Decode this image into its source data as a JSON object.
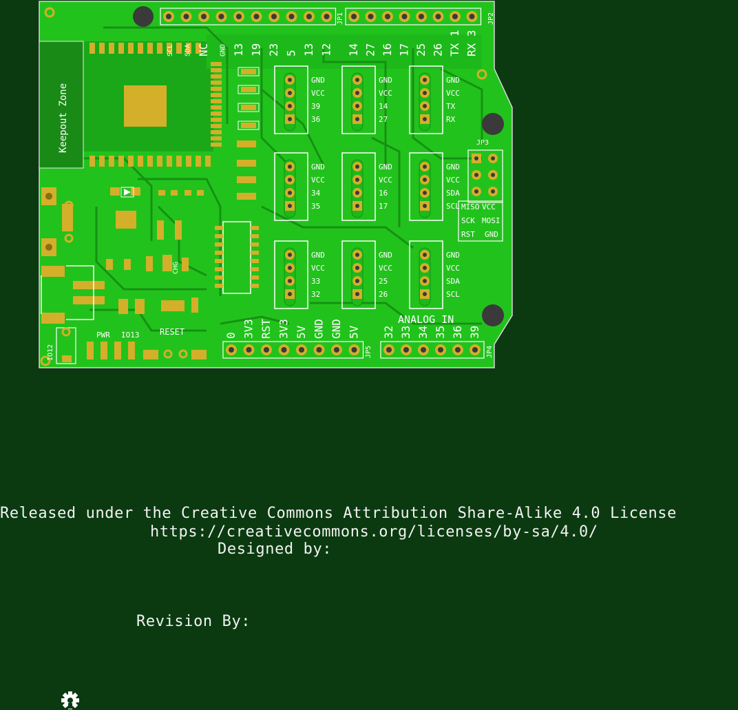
{
  "colors": {
    "background": "#0b3a10",
    "board": "#22c21c",
    "board_dark": "#159113",
    "copper": "#d4af2a",
    "silk": "#ffffff",
    "hole": "#3a3a3a"
  },
  "board": {
    "keepout_label": "Keepout Zone",
    "header_top_left": {
      "name": "JP1",
      "pins": [
        "SCL",
        "SDA",
        "NC",
        "GND",
        "13",
        "19",
        "23",
        "5",
        "13",
        "12"
      ]
    },
    "header_top_right": {
      "name": "JP2",
      "pins": [
        "14",
        "27",
        "16",
        "17",
        "25",
        "26",
        "TX 1",
        "RX 3"
      ]
    },
    "header_bottom_left": {
      "name": "JP5",
      "pins": [
        "0",
        "3V3",
        "RST",
        "3V3",
        "5V",
        "GND",
        "GND",
        "5V"
      ]
    },
    "header_bottom_right": {
      "name": "JP4",
      "title": "ANALOG IN",
      "pins": [
        "32",
        "33",
        "34",
        "35",
        "36",
        "39"
      ]
    },
    "icsp": {
      "name": "JP3",
      "labels": [
        "MISO",
        "VCC",
        "SCK",
        "MOSI",
        "RST",
        "GND"
      ]
    },
    "connectors": [
      {
        "labels": [
          "GND",
          "VCC",
          "39",
          "36"
        ]
      },
      {
        "labels": [
          "GND",
          "VCC",
          "14",
          "27"
        ]
      },
      {
        "labels": [
          "GND",
          "VCC",
          "TX",
          "RX"
        ]
      },
      {
        "labels": [
          "GND",
          "VCC",
          "34",
          "35"
        ]
      },
      {
        "labels": [
          "GND",
          "VCC",
          "16",
          "17"
        ]
      },
      {
        "labels": [
          "GND",
          "VCC",
          "SDA",
          "SCL"
        ]
      },
      {
        "labels": [
          "GND",
          "VCC",
          "33",
          "32"
        ]
      },
      {
        "labels": [
          "GND",
          "VCC",
          "25",
          "26"
        ]
      },
      {
        "labels": [
          "GND",
          "VCC",
          "SDA",
          "SCL"
        ]
      }
    ],
    "silk_labels": {
      "chg": "CHG",
      "pwr": "PWR",
      "io13": "IO13",
      "io12": "IO12",
      "reset": "RESET"
    }
  },
  "footer": {
    "license": "Released under the Creative Commons Attribution Share-Alike 4.0 License",
    "url": "https://creativecommons.org/licenses/by-sa/4.0/",
    "designed_by": "Designed by:",
    "revision_by": "Revision By:"
  }
}
